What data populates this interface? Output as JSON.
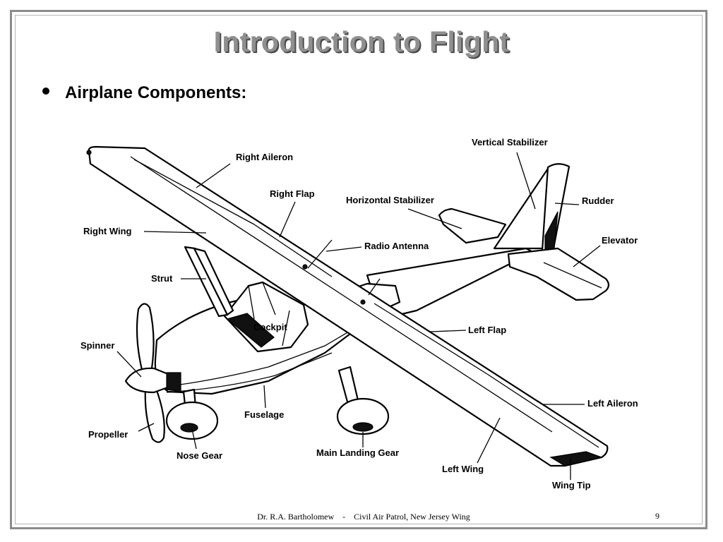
{
  "slide": {
    "title": "Introduction to Flight",
    "bullet_text": "Airplane Components:",
    "footer_text": "Dr. R.A. Bartholomew    -    Civil Air Patrol, New Jersey Wing",
    "page_number": "9"
  },
  "diagram": {
    "labels": {
      "right_aileron": "Right Aileron",
      "vertical_stabilizer": "Vertical Stabilizer",
      "right_flap": "Right Flap",
      "horizontal_stabilizer": "Horizontal Stabilizer",
      "rudder": "Rudder",
      "right_wing": "Right Wing",
      "elevator": "Elevator",
      "radio_antenna": "Radio Antenna",
      "strut": "Strut",
      "cockpit": "Cockpit",
      "left_flap": "Left Flap",
      "spinner": "Spinner",
      "fuselage": "Fuselage",
      "left_aileron": "Left Aileron",
      "propeller": "Propeller",
      "nose_gear": "Nose Gear",
      "main_landing_gear": "Main Landing Gear",
      "left_wing": "Left Wing",
      "wing_tip": "Wing Tip"
    }
  }
}
